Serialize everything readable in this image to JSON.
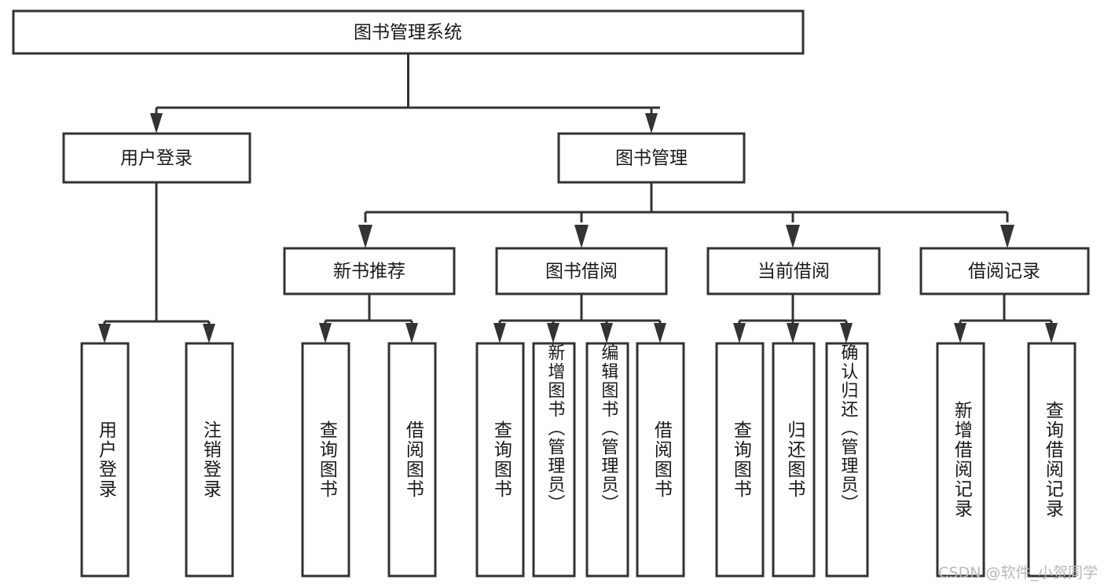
{
  "diagram": {
    "type": "tree",
    "title": "图书管理系统",
    "watermark": "CSDN @软件_小贺同学",
    "colors": {
      "background": "#ffffff",
      "stroke": "#333333",
      "text": "#1a1a1a",
      "watermark": "#b8b8b8"
    },
    "root": {
      "label": "图书管理系统"
    },
    "level2": [
      {
        "label": "用户登录"
      },
      {
        "label": "图书管理"
      }
    ],
    "level3": [
      {
        "label": "新书推荐"
      },
      {
        "label": "图书借阅"
      },
      {
        "label": "当前借阅"
      },
      {
        "label": "借阅记录"
      }
    ],
    "leaves": {
      "user_login": [
        {
          "label": "用户登录"
        },
        {
          "label": "注销登录"
        }
      ],
      "new_book_recommend": [
        {
          "label": "查询图书"
        },
        {
          "label": "借阅图书"
        }
      ],
      "book_borrow": [
        {
          "label": "查询图书"
        },
        {
          "label": "新增图书（管理员）"
        },
        {
          "label": "编辑图书（管理员）"
        },
        {
          "label": "借阅图书"
        }
      ],
      "current_borrow": [
        {
          "label": "查询图书"
        },
        {
          "label": "归还图书"
        },
        {
          "label": "确认归还（管理员）"
        }
      ],
      "borrow_record": [
        {
          "label": "新增借阅记录"
        },
        {
          "label": "查询借阅记录"
        }
      ]
    }
  }
}
